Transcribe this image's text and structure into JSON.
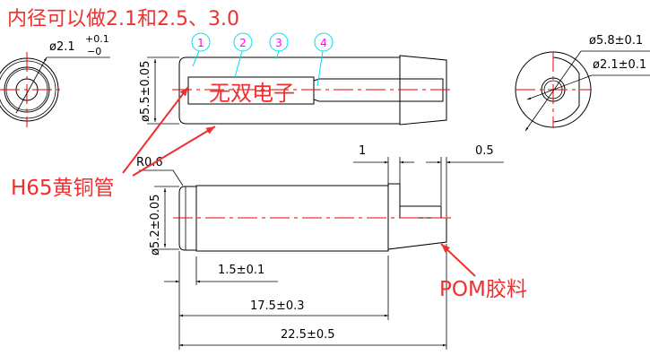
{
  "annotations": {
    "title": "内径可以做2.1和2.5、3.0",
    "watermark": "无双电子",
    "brass_label": "H65黄铜管",
    "pom_label": "POM胶料"
  },
  "balloons": [
    "1",
    "2",
    "3",
    "4"
  ],
  "dimensions": {
    "left_bore": "ø2.1",
    "left_bore_tol_upper": "+0.1",
    "left_bore_tol_lower": "−0",
    "outer_dia_top": "ø5.5±0.05",
    "right_outer": "ø5.8±0.1",
    "right_inner": "ø2.1±0.1",
    "radius": "R0.6",
    "outer_dia_bottom": "ø5.2±0.05",
    "step_1": "1",
    "step_05": "0.5",
    "cap_len": "1.5±0.1",
    "body_len": "17.5±0.3",
    "total_len": "22.5±0.5"
  },
  "colors": {
    "annotation": "#f03030",
    "centerline": "#ee0000",
    "balloon": "#00e0f0",
    "balloon_text": "#ff00ff"
  }
}
